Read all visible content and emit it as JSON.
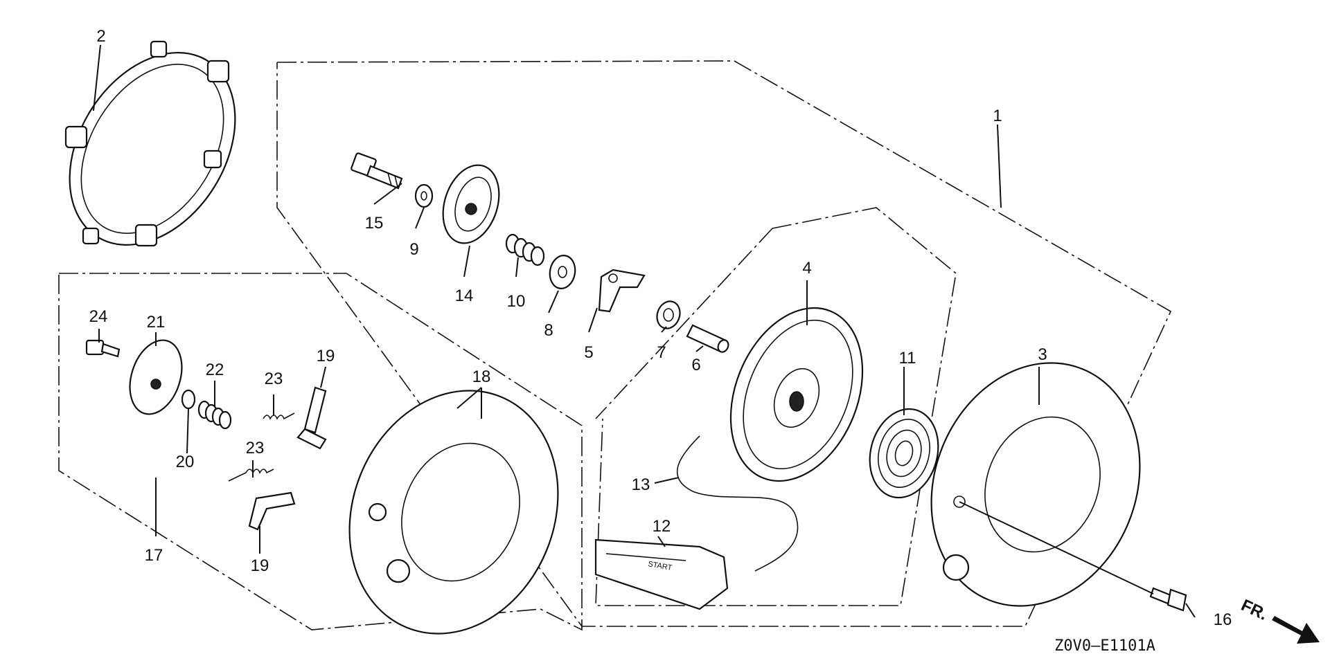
{
  "diagram": {
    "drawing_code": "Z0V0—E1101A",
    "direction_label": "FR.",
    "callouts": {
      "p1": "1",
      "p2": "2",
      "p3": "3",
      "p4": "4",
      "p5": "5",
      "p6": "6",
      "p7": "7",
      "p8": "8",
      "p9": "9",
      "p10": "10",
      "p11": "11",
      "p12": "12",
      "p13": "13",
      "p14": "14",
      "p15": "15",
      "p16": "16",
      "p17": "17",
      "p18": "18",
      "p19a": "19",
      "p19b": "19",
      "p20": "20",
      "p21": "21",
      "p22": "22",
      "p23a": "23",
      "p23b": "23",
      "p24": "24"
    },
    "handle_text": "START"
  }
}
